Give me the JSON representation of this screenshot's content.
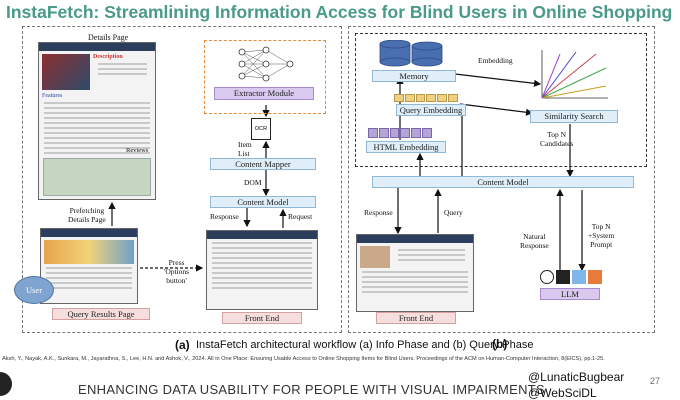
{
  "title": "InstaFetch: Streamlining Information Access for Blind Users in Online Shopping",
  "panel_a": {
    "details_page": "Details Page",
    "description": "Description",
    "features": "Features",
    "reviews": "Reviews",
    "extractor_module": "Extractor Module",
    "ocr": "OCR",
    "item_list": "Item\nList",
    "content_mapper": "Content Mapper",
    "dom": "DOM",
    "content_model": "Content Model",
    "response": "Response",
    "request": "Request",
    "prefetching": "Prefetching\nDetails Page",
    "user": "User",
    "press_options": "Press\n'Options\nbutton'",
    "query_results_page": "Query Results Page",
    "front_end": "Front End",
    "letter": "(a)"
  },
  "panel_b": {
    "memory": "Memory",
    "embedding": "Embedding",
    "query_embedding": "Query Embedding",
    "similarity_search": "Similarity Search",
    "html_embedding": "HTML Embedding",
    "top_n_candidates": "Top N\nCandidates",
    "content_model": "Content Model",
    "response": "Response",
    "query": "Query",
    "natural_response": "Natural\nResponse",
    "top_n_prompt": "Top N\n+System\nPrompt",
    "llm": "LLM",
    "front_end": "Front End",
    "letter": "(b)"
  },
  "caption": "InstaFetch architectural workflow (a) Info Phase and (b) Query Phase",
  "citation": "Aksh, Y., Nayak, A.K., Sunkara, M., Jayarathna, S., Lee, H.N. and Ashok, V., 2024. All in One Place: Ensuring Usable Access to Online Shopping Items for Blind Users. Proceedings of the ACM on Human-Computer Interaction, 8(EICS), pp.1-25.",
  "footer": "ENHANCING DATA USABILITY FOR PEOPLE WITH VISUAL IMPAIRMENTS",
  "handle1": "@LunaticBugbear",
  "handle2": "@WebSciDL",
  "page_number": "27",
  "colors": {
    "title": "#4a9a8a",
    "box_fill": "#dfeef8",
    "box_border": "#8fb8d8",
    "extractor": "#d9c9ee"
  }
}
